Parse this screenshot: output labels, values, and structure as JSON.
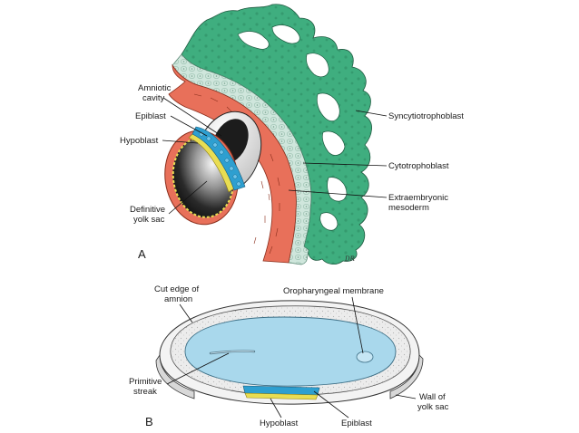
{
  "panel_a": {
    "panel_letter": "A",
    "labels": {
      "amniotic_cavity": [
        "Amniotic",
        "cavity"
      ],
      "epiblast": "Epiblast",
      "hypoblast": "Hypoblast",
      "definitive_yolk_sac": [
        "Definitive",
        "yolk sac"
      ],
      "syncytiotrophoblast": "Syncytiotrophoblast",
      "cytotrophoblast": "Cytotrophoblast",
      "extraembryonic_mesoderm": [
        "Extraembryonic",
        "mesoderm"
      ]
    },
    "signature": "DR",
    "colors": {
      "syncytiotrophoblast": "#3fae7f",
      "cytotrophoblast": "#cfe6dc",
      "extraembryonic_mesoderm": "#e8705a",
      "epiblast": "#2e9fd0",
      "hypoblast": "#e9dd52",
      "yolk_sac_interior": "#1a1a1a"
    }
  },
  "panel_b": {
    "panel_letter": "B",
    "labels": {
      "cut_edge_of_amnion": [
        "Cut edge of",
        "amnion"
      ],
      "oropharyngeal_membrane": "Oropharyngeal membrane",
      "primitive_streak": [
        "Primitive",
        "streak"
      ],
      "wall_of_yolk_sac": [
        "Wall of",
        "yolk sac"
      ],
      "hypoblast": "Hypoblast",
      "epiblast": "Epiblast"
    },
    "colors": {
      "embryonic_disc": "#a9d8ec",
      "amnion_wall": "#ececec",
      "hypoblast": "#e9dd52"
    }
  }
}
